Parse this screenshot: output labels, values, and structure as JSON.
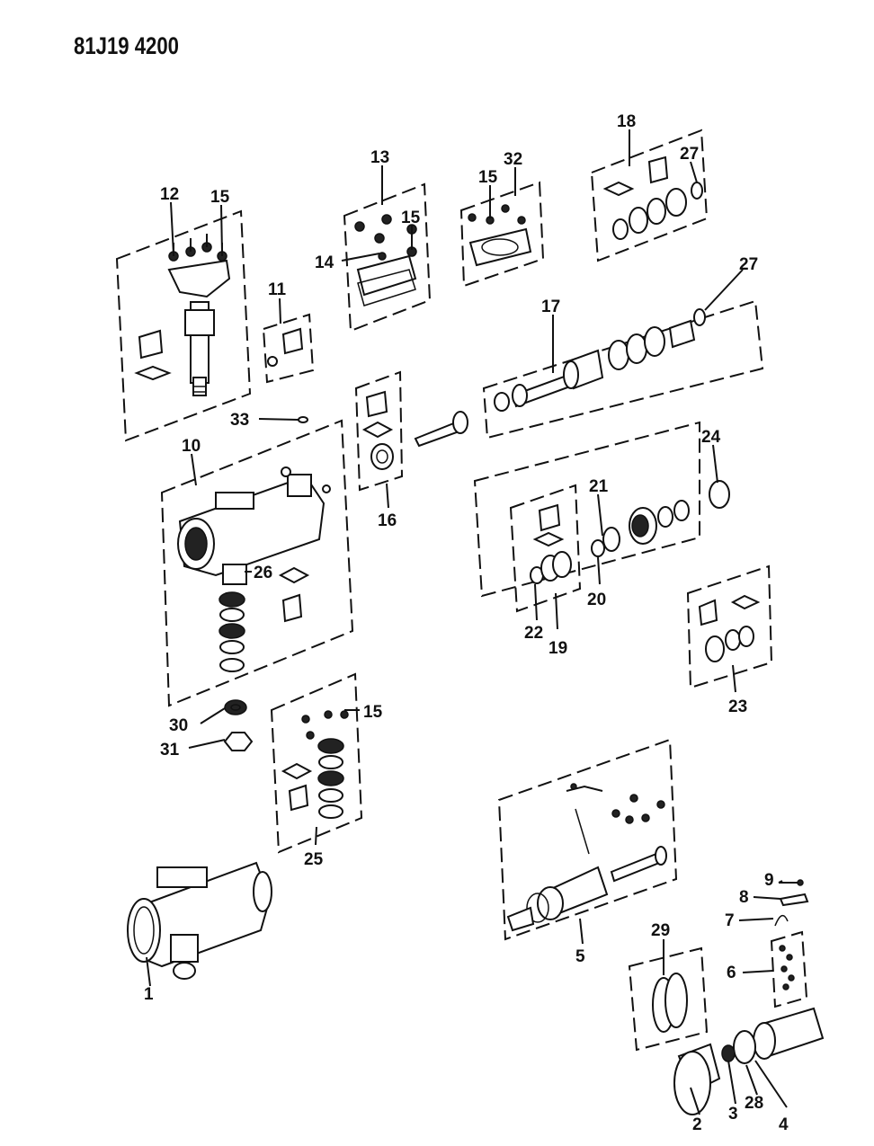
{
  "drawing_code": "81J19 4200",
  "callouts": {
    "c1": "1",
    "c2": "2",
    "c3": "3",
    "c4": "4",
    "c5": "5",
    "c6": "6",
    "c7": "7",
    "c8": "8",
    "c9": "9",
    "c10": "10",
    "c11": "11",
    "c12": "12",
    "c13": "13",
    "c14": "14",
    "c15a": "15",
    "c15b": "15",
    "c15c": "15",
    "c15d": "15",
    "c16": "16",
    "c17": "17",
    "c18": "18",
    "c19": "19",
    "c20": "20",
    "c21": "21",
    "c22": "22",
    "c23": "23",
    "c24": "24",
    "c25": "25",
    "c26": "26",
    "c27a": "27",
    "c27b": "27",
    "c28": "28",
    "c29": "29",
    "c30": "30",
    "c31": "31",
    "c32": "32",
    "c33": "33"
  }
}
